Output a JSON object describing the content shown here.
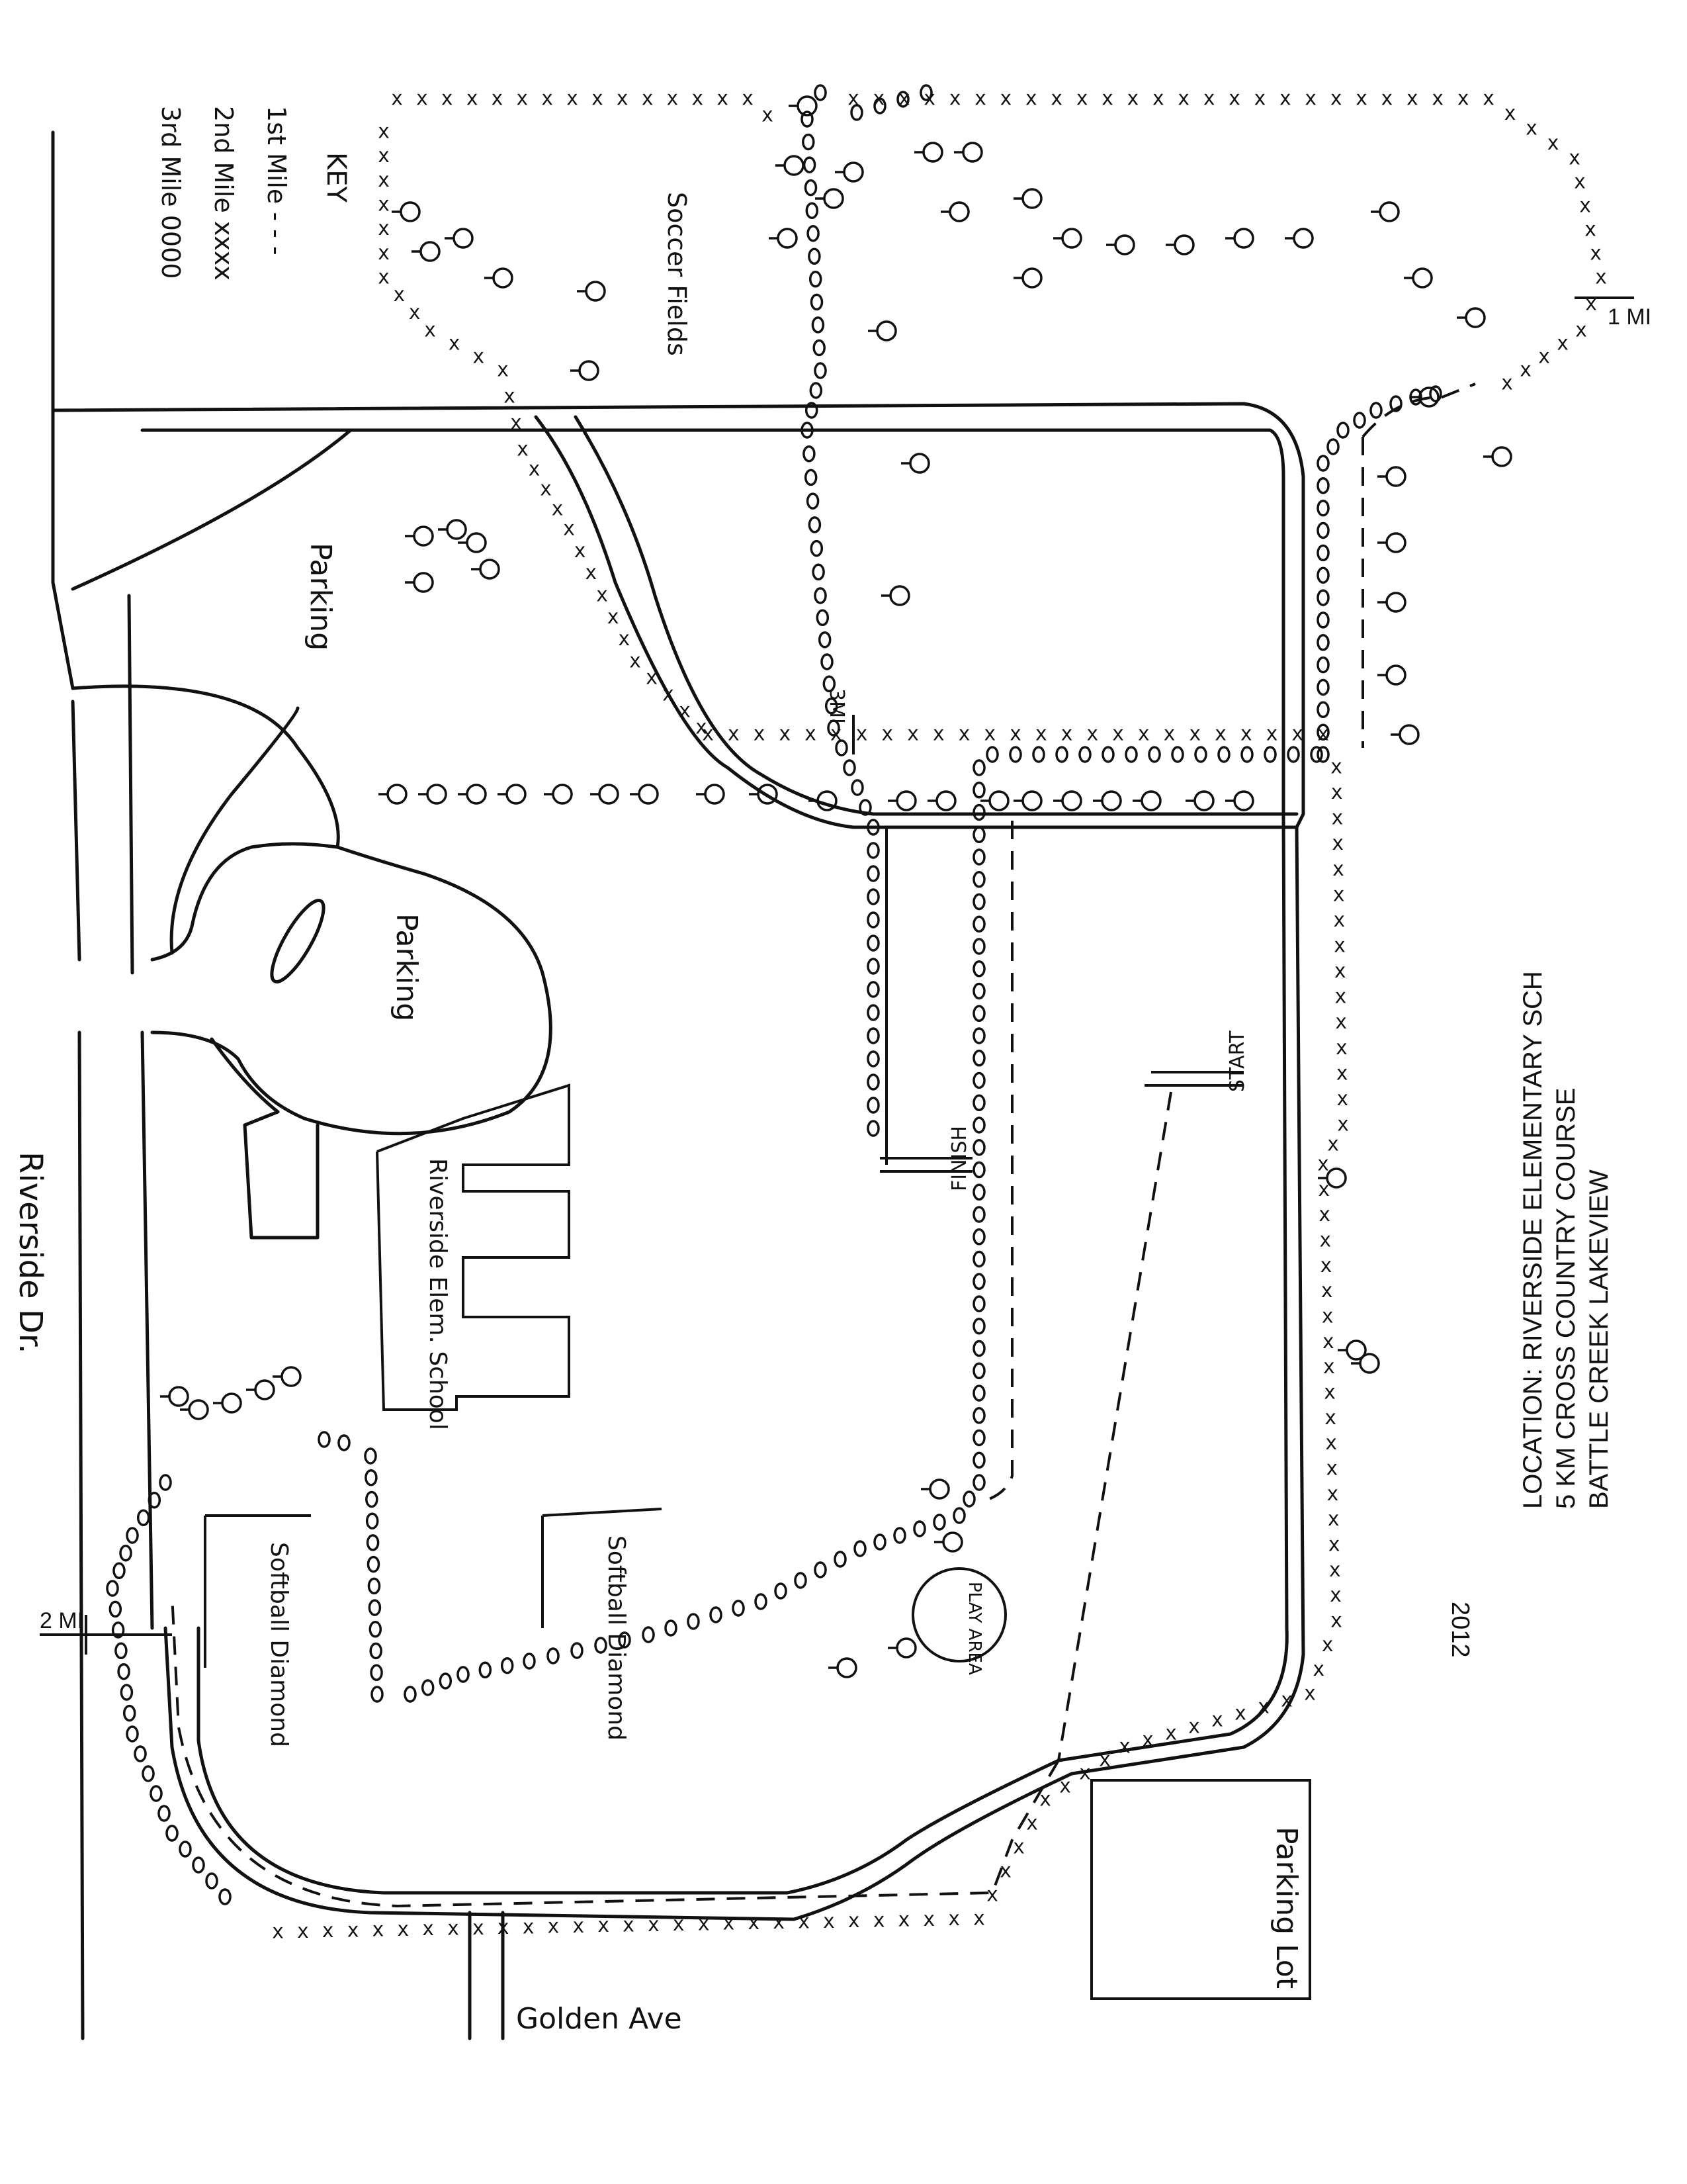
{
  "title": {
    "line1": "BATTLE CREEK LAKEVIEW",
    "line2": "5 KM CROSS COUNTRY COURSE",
    "line3": "LOCATION: RIVERSIDE ELEMENTARY SCH",
    "year": "2012"
  },
  "key": {
    "heading": "KEY",
    "mile1": "1st Mile - - -",
    "mile2": "2nd Mile xxxx",
    "mile3": "3rd Mile 0000"
  },
  "labels": {
    "soccer_fields": "Soccer Fields",
    "parking_north": "Parking",
    "parking_circle": "Parking",
    "school": "Riverside Elem. School",
    "softball1": "Softball Diamond",
    "softball2": "Softball Diamond",
    "play_area": "PLAY AREA",
    "parking_lot": "Parking Lot",
    "start": "START",
    "finish": "FINISH",
    "riverside_dr": "Riverside Dr.",
    "golden_ave": "Golden Ave"
  },
  "mile_markers": {
    "mile1": "1 MI",
    "mile2": "2 MI",
    "mile3": "3MI"
  }
}
